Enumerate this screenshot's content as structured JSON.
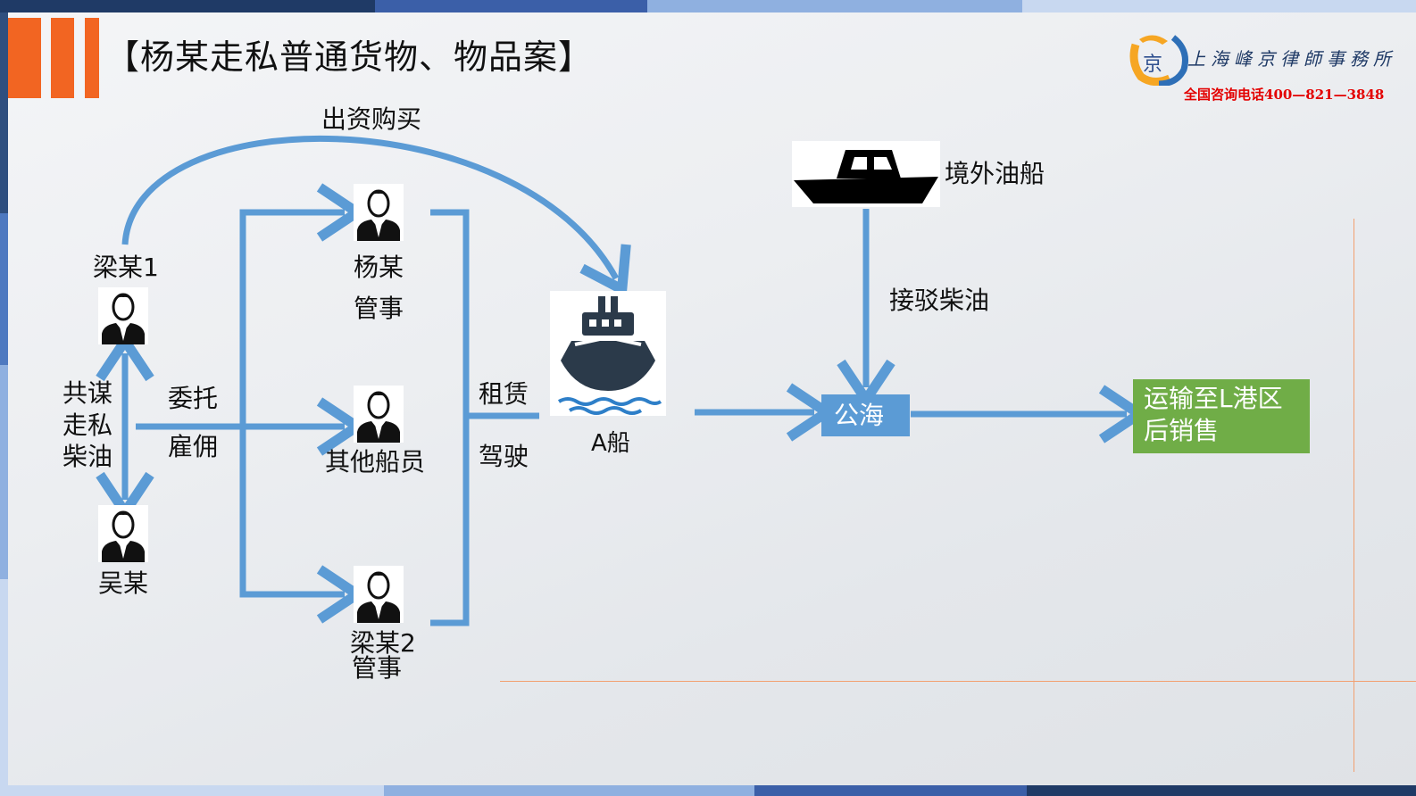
{
  "slide": {
    "title": "【杨某走私普通货物、物品案】"
  },
  "logo": {
    "name": "上海峰京律師事務所",
    "phone": "全国咨询电话400—821—3848",
    "mark_char": "京"
  },
  "people": {
    "liang1": "梁某1",
    "wu": "吴某",
    "yang_name": "杨某",
    "yang_role": "管事",
    "crew": "其他船员",
    "liang2_name": "梁某2",
    "liang2_role": "管事"
  },
  "labels": {
    "conspire_1": "共谋",
    "conspire_2": "走私",
    "conspire_3": "柴油",
    "entrust": "委托",
    "hire": "雇佣",
    "fund_purchase": "出资购买",
    "lease": "租赁",
    "drive": "驾驶",
    "ship_a": "A船",
    "foreign_tanker": "境外油船",
    "transfer_diesel": "接驳柴油"
  },
  "nodes": {
    "high_seas": "公海",
    "destination_line1": "运输至L港区",
    "destination_line2": "后销售"
  },
  "colors": {
    "arrow": "#5b9bd5",
    "high_seas_box": "#5b9bd5",
    "destination_box": "#70ad47",
    "accent_orange": "#f26522",
    "phone_red": "#e30000"
  }
}
